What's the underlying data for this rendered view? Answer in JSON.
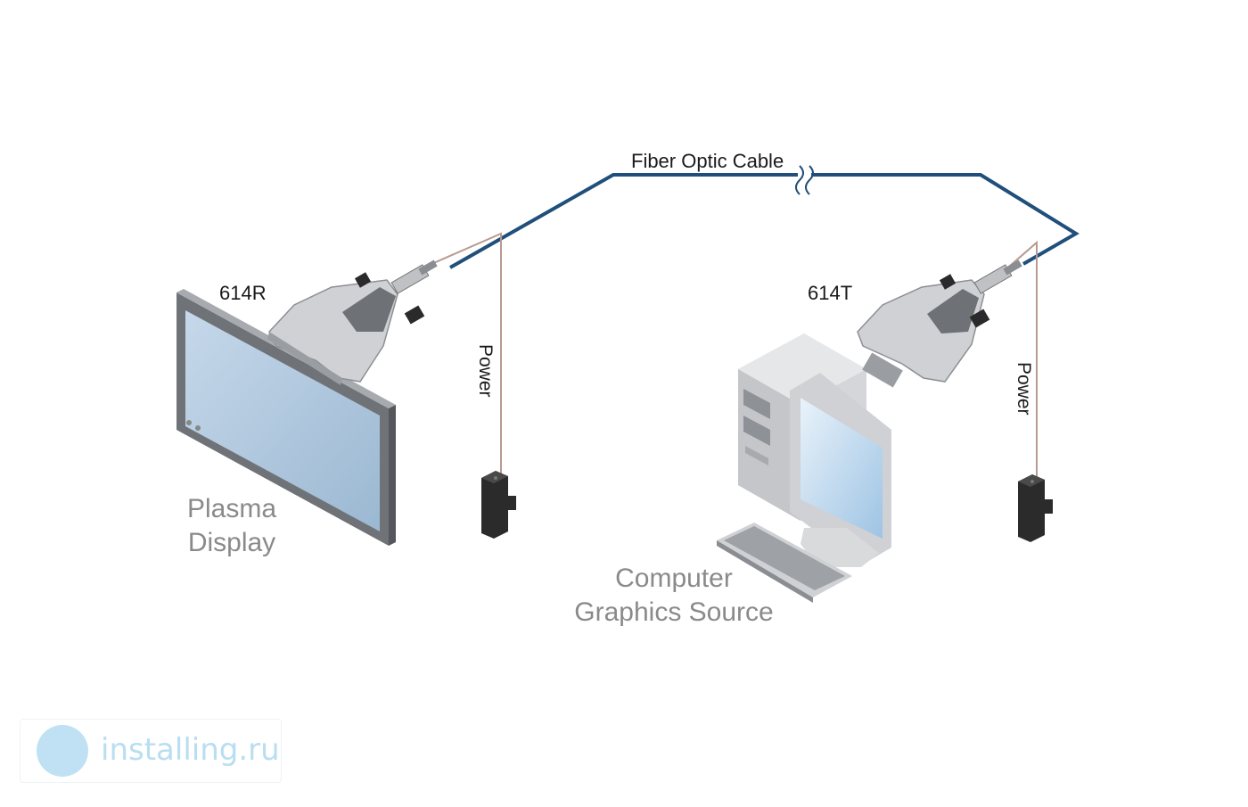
{
  "labels": {
    "cable": "Fiber Optic Cable",
    "receiver": "614R",
    "transmitter": "614T",
    "power_left": "Power",
    "power_right": "Power",
    "display_line1": "Plasma",
    "display_line2": "Display",
    "source_line1": "Computer",
    "source_line2": "Graphics Source"
  },
  "watermark": {
    "text": "installing.ru"
  },
  "colors": {
    "cable": "#1f4f7a",
    "power_wire": "#b89a90",
    "device_body": "#cfd1d4",
    "device_dark": "#6e7277",
    "adapter": "#2a2a2a",
    "screen": "#a7c3dd"
  }
}
